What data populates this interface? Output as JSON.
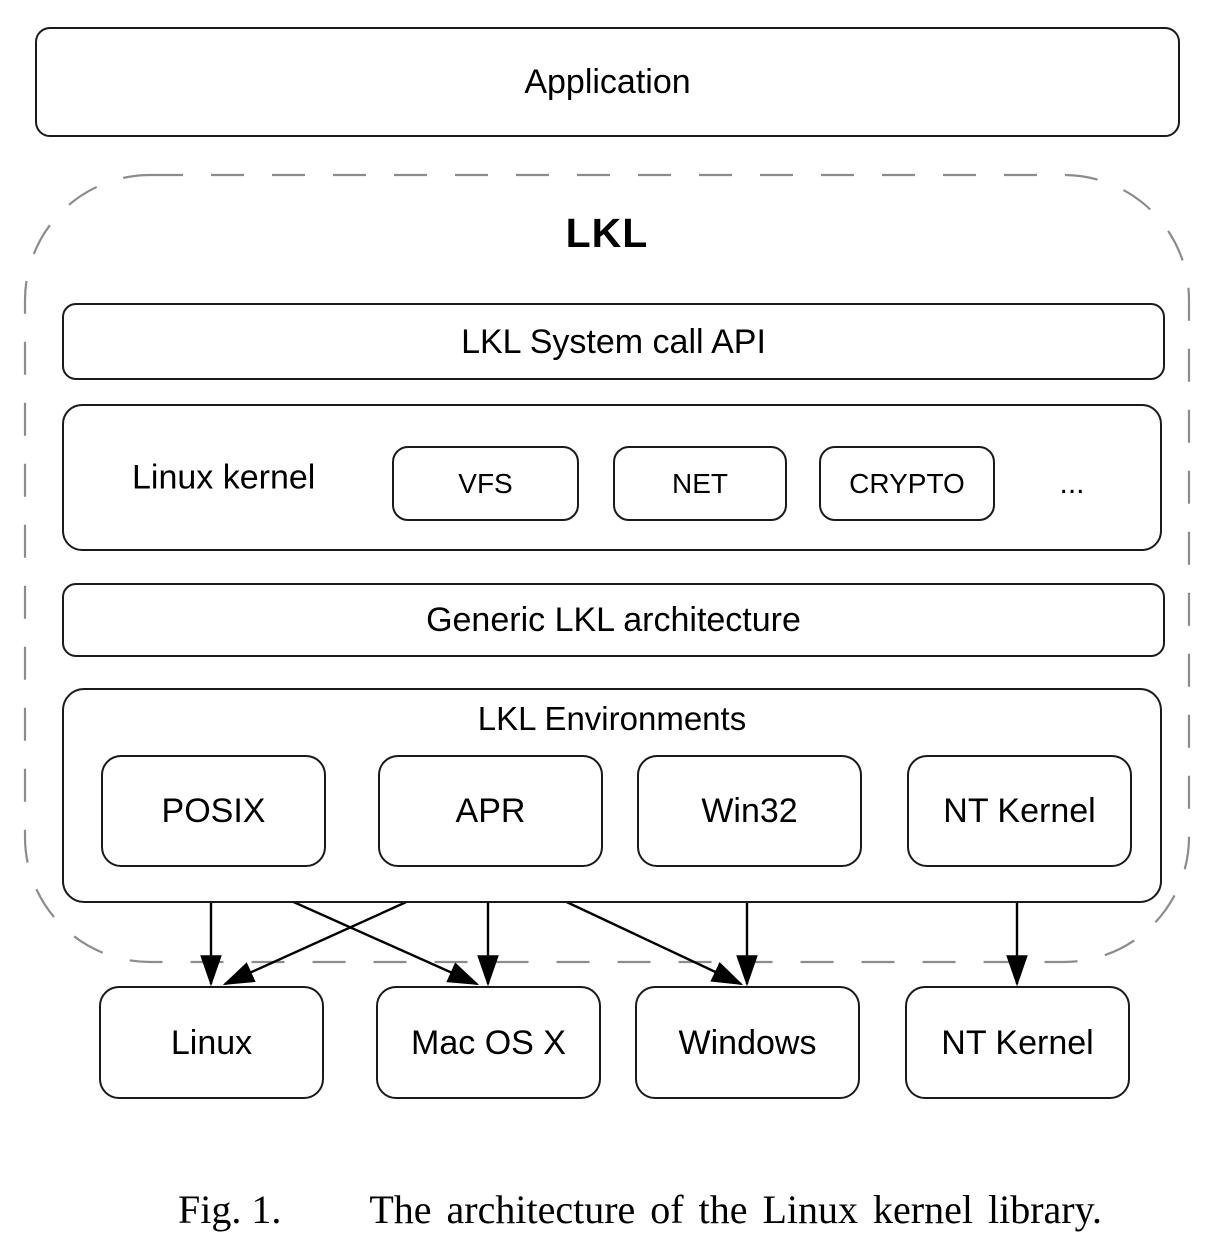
{
  "diagram": {
    "application": "Application",
    "lkl": {
      "title": "LKL",
      "syscall_api": "LKL System call API",
      "kernel": {
        "label": "Linux kernel",
        "modules": [
          "VFS",
          "NET",
          "CRYPTO"
        ],
        "more": "..."
      },
      "generic": "Generic LKL architecture",
      "environments": {
        "title": "LKL Environments",
        "items": [
          "POSIX",
          "APR",
          "Win32",
          "NT Kernel"
        ]
      }
    },
    "hosts": [
      "Linux",
      "Mac OS X",
      "Windows",
      "NT Kernel"
    ],
    "edges": [
      {
        "from": "POSIX",
        "to": "Linux"
      },
      {
        "from": "POSIX",
        "to": "Mac OS X"
      },
      {
        "from": "APR",
        "to": "Linux"
      },
      {
        "from": "APR",
        "to": "Mac OS X"
      },
      {
        "from": "APR",
        "to": "Windows"
      },
      {
        "from": "Win32",
        "to": "Windows"
      },
      {
        "from": "NT Kernel",
        "to": "NT Kernel"
      }
    ]
  },
  "caption": {
    "label": "Fig. 1.",
    "text": "The architecture of the Linux kernel library."
  },
  "colors": {
    "background": "#ffffff",
    "box_border": "#1a1a1a",
    "dashed_border": "#8c8c8c",
    "arrow": "#000000",
    "text": "#000000"
  }
}
